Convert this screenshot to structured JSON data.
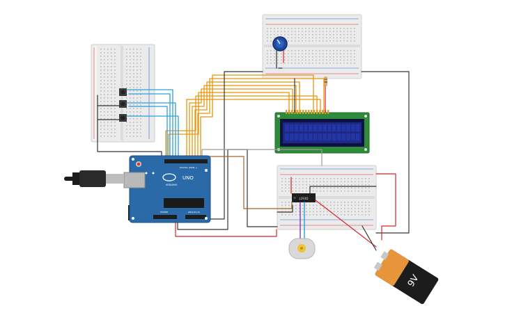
{
  "arduino": {
    "label_uno": "UNO",
    "label_brand": "ARDUINO",
    "label_digital": "DIGITAL (PWM~)",
    "label_analog": "ANALOG IN",
    "label_power": "POWER"
  },
  "ic": {
    "label": "L293D"
  },
  "battery": {
    "label": "9V"
  },
  "colors": {
    "breadboard": "#ebebeb",
    "arduino_pcb": "#2a6aa8",
    "lcd_pcb": "#2e8b3a",
    "lcd_screen": "#1c2a86",
    "wire_orange": "#e8950e",
    "wire_blue": "#2a9fd8",
    "wire_black": "#333333",
    "wire_red": "#d8232a",
    "wire_brown": "#a0662a",
    "wire_purple": "#7a3fb0",
    "battery_body": "#e6953a",
    "potentiometer": "#1f4b9c"
  }
}
